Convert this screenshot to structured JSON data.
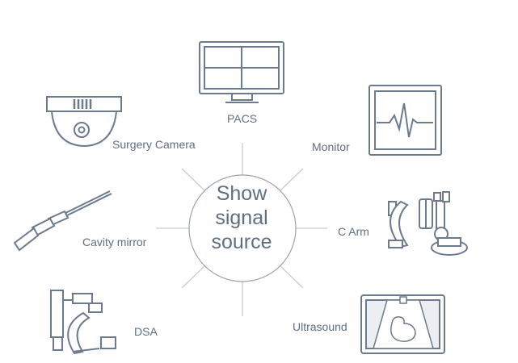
{
  "center": {
    "lines": [
      "Show",
      "signal",
      "source"
    ]
  },
  "sources": [
    {
      "label": "PACS",
      "icon": "pacs-monitor-icon"
    },
    {
      "label": "Surgery Camera",
      "icon": "dome-camera-icon"
    },
    {
      "label": "Monitor",
      "icon": "patient-monitor-icon"
    },
    {
      "label": "Cavity mirror",
      "icon": "endoscope-icon"
    },
    {
      "label": "C Arm",
      "icon": "c-arm-icon"
    },
    {
      "label": "DSA",
      "icon": "dsa-machine-icon"
    },
    {
      "label": "Ultrasound",
      "icon": "ultrasound-display-icon"
    }
  ],
  "colors": {
    "line": "#6b7a8c",
    "text": "#5f6f80",
    "spoke": "#c7cdd3",
    "circle": "#9aa3ad"
  }
}
